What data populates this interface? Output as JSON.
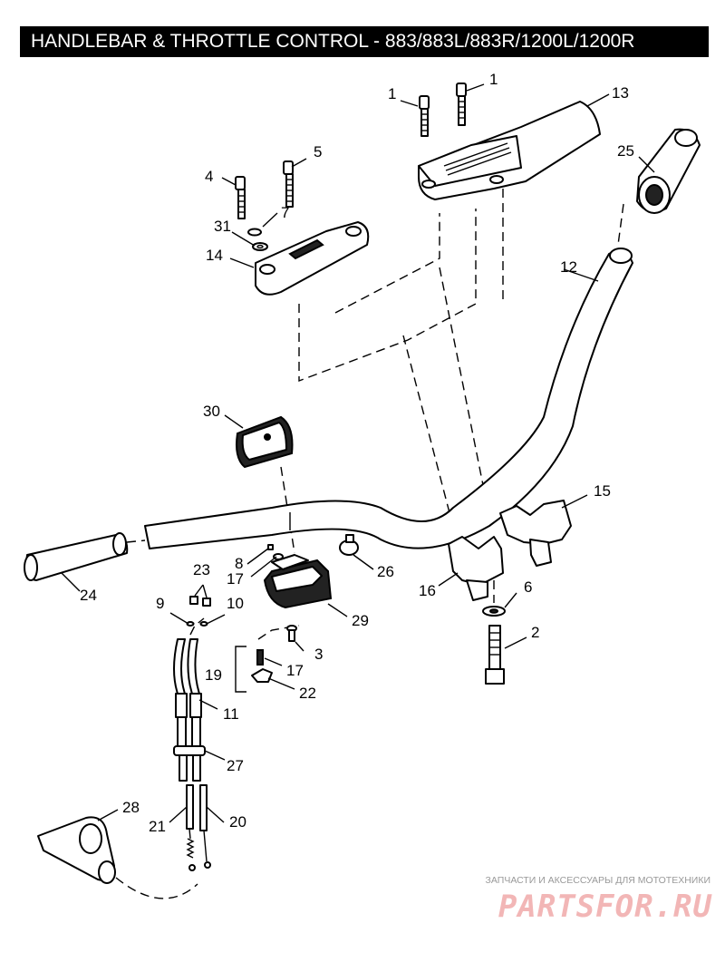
{
  "title": "HANDLEBAR & THROTTLE CONTROL - 883/883L/883R/1200L/1200R",
  "callouts": {
    "c1a": "1",
    "c1b": "1",
    "c2": "2",
    "c3": "3",
    "c4": "4",
    "c5": "5",
    "c6": "6",
    "c7": "7",
    "c8": "8",
    "c9": "9",
    "c10": "10",
    "c11": "11",
    "c12": "12",
    "c13": "13",
    "c14": "14",
    "c15": "15",
    "c16": "16",
    "c17a": "17",
    "c17b": "17",
    "c19": "19",
    "c20": "20",
    "c21": "21",
    "c22": "22",
    "c23": "23",
    "c24": "24",
    "c25": "25",
    "c26": "26",
    "c27": "27",
    "c28": "28",
    "c29": "29",
    "c30": "30",
    "c31": "31"
  },
  "watermark": {
    "tagline": "ЗАПЧАСТИ И АКСЕССУАРЫ ДЛЯ МОТОТЕХНИКИ",
    "logo": "PARTSFOR.RU"
  }
}
